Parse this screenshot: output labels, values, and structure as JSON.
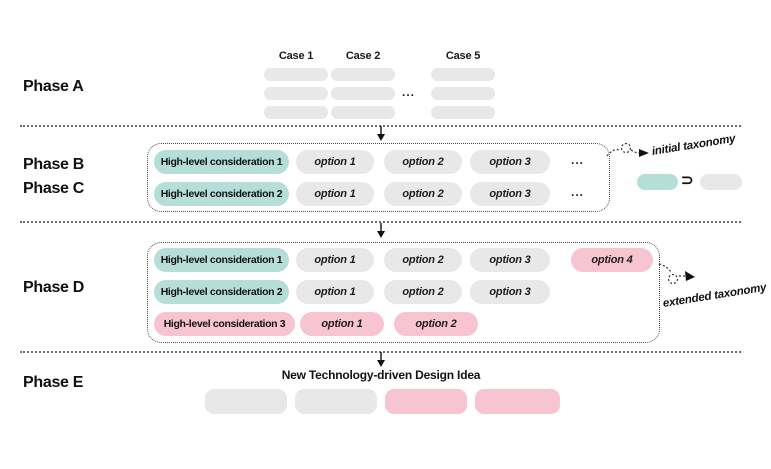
{
  "colors": {
    "teal": "#b5ded9",
    "pink": "#f7c4d1",
    "grey": "#e8e8e9"
  },
  "phase_labels": {
    "a": "Phase A",
    "b": "Phase B",
    "c": "Phase C",
    "d": "Phase D",
    "e": "Phase E"
  },
  "phase_a": {
    "cases": [
      {
        "label": "Case 1"
      },
      {
        "label": "Case 2"
      },
      {
        "label": "Case 5"
      }
    ],
    "ellipsis": "..."
  },
  "phase_bc": {
    "rows": [
      {
        "consideration": "High-level consideration 1",
        "options": [
          "option 1",
          "option 2",
          "option 3"
        ],
        "more": "..."
      },
      {
        "consideration": "High-level consideration 2",
        "options": [
          "option 1",
          "option 2",
          "option 3"
        ],
        "more": "..."
      }
    ],
    "legend": {
      "label": "initial taxonomy",
      "superset": "⊃"
    }
  },
  "phase_d": {
    "rows": [
      {
        "consideration": "High-level consideration 1",
        "options": [
          "option 1",
          "option 2",
          "option 3",
          "option 4"
        ]
      },
      {
        "consideration": "High-level consideration 2",
        "options": [
          "option 1",
          "option 2",
          "option 3"
        ]
      },
      {
        "consideration": "High-level consideration 3",
        "options": [
          "option 1",
          "option 2"
        ]
      }
    ],
    "legend": {
      "label": "extended taxonomy"
    }
  },
  "phase_e": {
    "title": "New Technology-driven Design Idea"
  }
}
